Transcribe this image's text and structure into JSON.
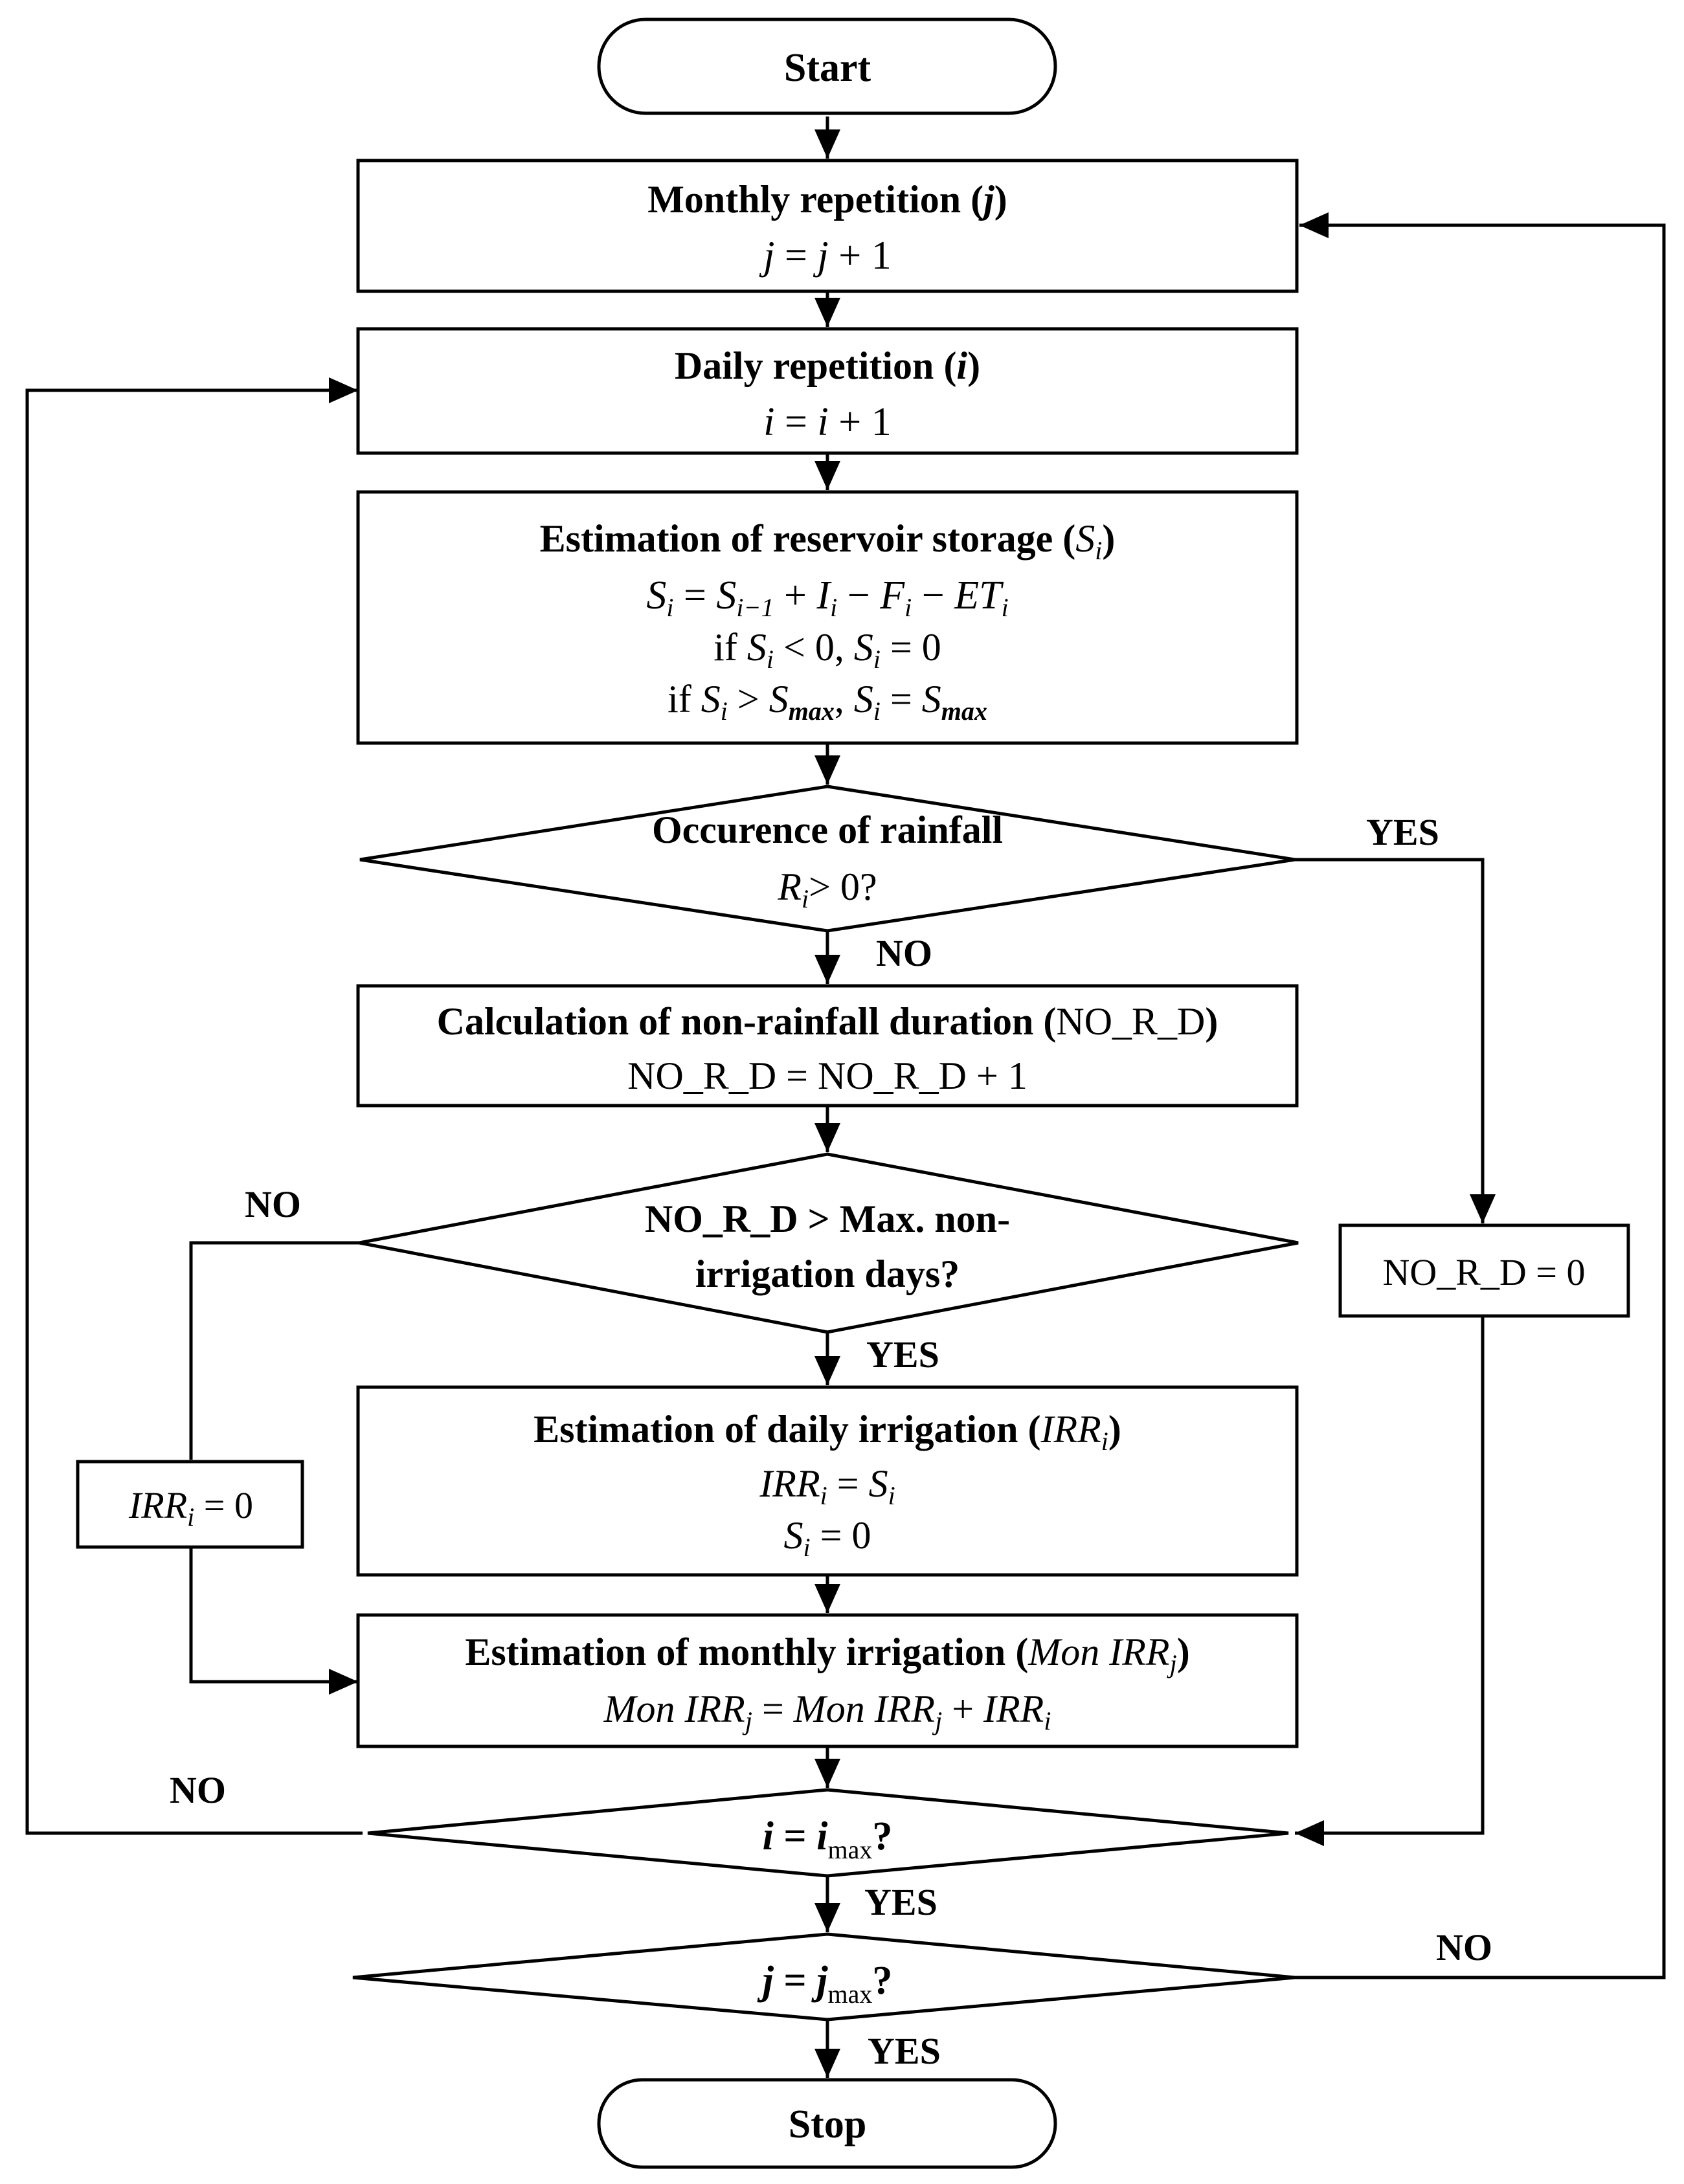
{
  "nodes": {
    "start": {
      "label": "Start"
    },
    "monthly": {
      "title": "Monthly repetition",
      "title_var": "j",
      "eq_lhs": "j",
      "eq_rhs": "j",
      "eq_const": "1"
    },
    "daily": {
      "title": "Daily repetition",
      "title_var": "i",
      "eq_lhs": "i",
      "eq_rhs": "i",
      "eq_const": "1"
    },
    "storage": {
      "title": "Estimation of reservoir storage",
      "title_var": "S",
      "title_sub": "i",
      "line1": {
        "S": "S",
        "i": "i",
        "S_prev": "S",
        "prev": "i−1",
        "I": "I",
        "F": "F",
        "ET": "ET"
      },
      "line2": {
        "if": "if",
        "S": "S",
        "i": "i",
        "zero": "0"
      },
      "line3": {
        "if": "if",
        "S": "S",
        "i": "i",
        "max": "max"
      }
    },
    "rain_decision": {
      "title": "Occurence of rainfall",
      "var": "R",
      "sub": "i",
      "cond": "> 0?"
    },
    "nonrain": {
      "title": "Calculation of non-rainfall duration",
      "var_label": "NO_R_D",
      "eq": "NO_R_D = NO_R_D + 1"
    },
    "reset": {
      "eq": "NO_R_D = 0"
    },
    "days_decision": {
      "line1": "NO_R_D > Max. non-",
      "line2": "irrigation days?"
    },
    "irr_zero": {
      "var": "IRR",
      "sub": "i",
      "eq": "= 0"
    },
    "daily_irr": {
      "title": "Estimation of daily irrigation",
      "var": "IRR",
      "sub": "i",
      "S": "S",
      "zero": "0"
    },
    "monthly_irr": {
      "title": "Estimation of monthly irrigation",
      "var": "Mon IRR",
      "sub_j": "j",
      "irr": "IRR",
      "sub_i": "i"
    },
    "i_decision": {
      "lhs": "i",
      "rhs": "i",
      "sub": "max",
      "q": "?"
    },
    "j_decision": {
      "lhs": "j",
      "rhs": "j",
      "sub": "max",
      "q": "?"
    },
    "stop": {
      "label": "Stop"
    }
  },
  "edge_labels": {
    "rain_yes": "YES",
    "rain_no": "NO",
    "days_no": "NO",
    "days_yes": "YES",
    "i_no": "NO",
    "i_yes": "YES",
    "j_no": "NO",
    "j_yes": "YES"
  }
}
